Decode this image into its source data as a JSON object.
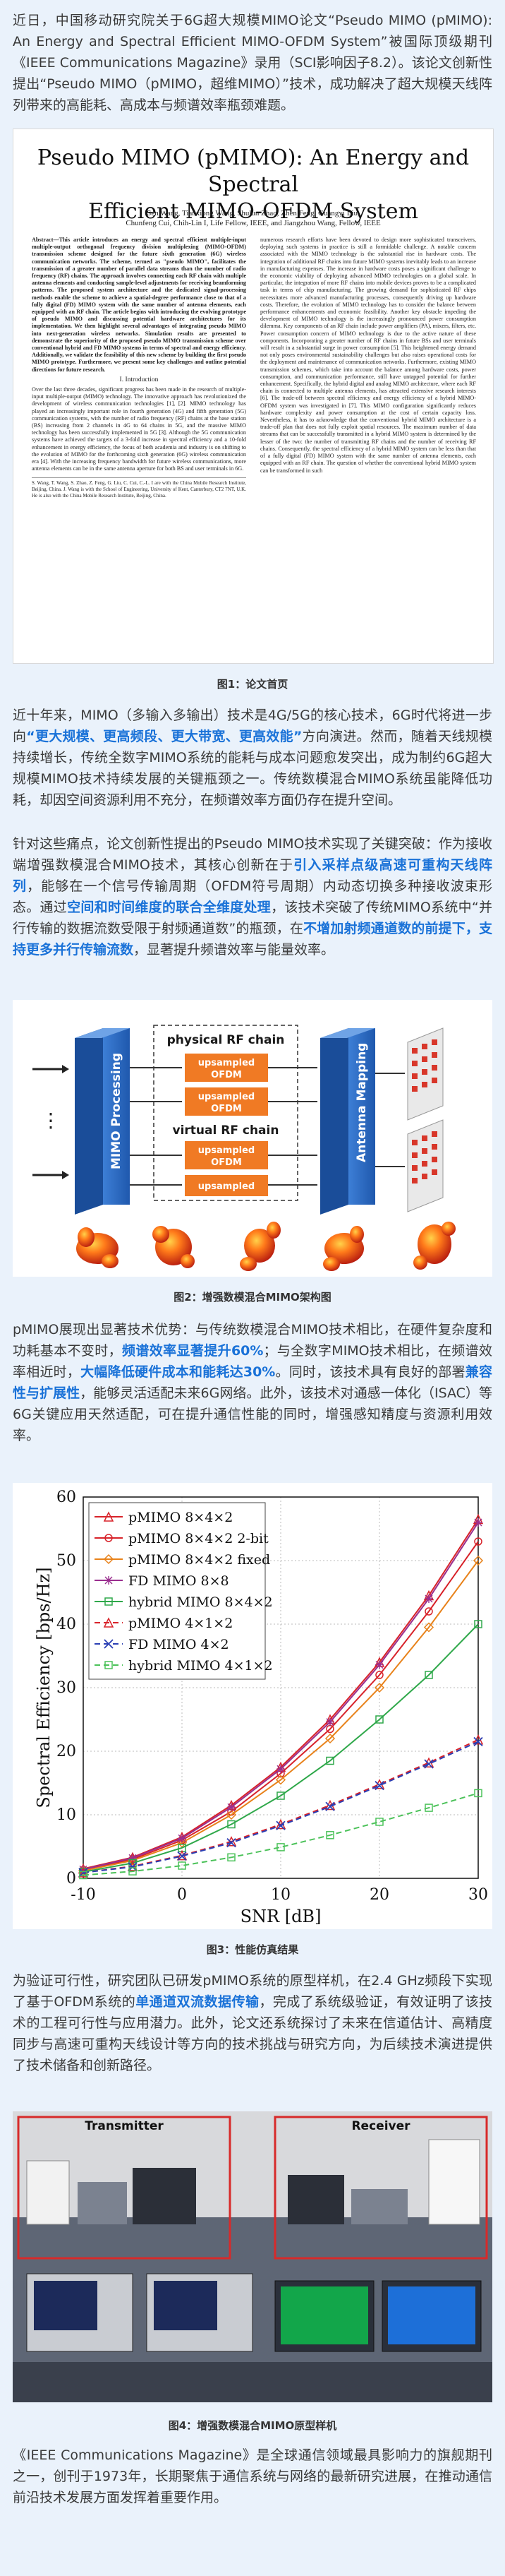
{
  "intro": {
    "p1_a": "近日，中国移动研究院关于6G超大规模MIMO论文“Pseudo MIMO (pMIMO): An Energy and Spectral Efficient MIMO-OFDM System”被国际顶级期刊《IEEE Communications Magazine》录用（SCI影响因子8.2）。该论文创新性提出“Pseudo MIMO（pMIMO，超维MIMO）”技术，成功解决了超大规模天线阵列带来的高能耗、高成本与频谱效率瓶颈难题。"
  },
  "fig1": {
    "title_line1": "Pseudo MIMO (pMIMO): An Energy and Spectral",
    "title_line2": "Efficient MIMO-OFDM System",
    "authors_line1": "Sen Wang, Tianxiong Wang, Shulun Zhao, Zhen Feng, Guangyi Liu,",
    "authors_line2": "Chunfeng Cui, Chih-Lin I, Life Fellow, IEEE, and Jiangzhou Wang, Fellow, IEEE",
    "abstract": "Abstract—This article introduces an energy and spectral efficient multiple-input multiple-output orthogonal frequency division multiplexing (MIMO-OFDM) transmission scheme designed for the future sixth generation (6G) wireless communication networks. The scheme, termed as \"pseudo MIMO\", facilitates the transmission of a greater number of parallel data streams than the number of radio frequency (RF) chains. The approach involves connecting each RF chain with multiple antenna elements and conducting sample-level adjustments for receiving beamforming patterns. The proposed system architecture and the dedicated signal-processing methods enable the scheme to achieve a spatial-degree performance close to that of a fully digital (FD) MIMO system with the same number of antenna elements, each equipped with an RF chain. The article begins with introducing the evolving prototype of pseudo MIMO and discussing potential hardware architectures for its implementation. We then highlight several advantages of integrating pseudo MIMO into next-generation wireless networks. Simulation results are presented to demonstrate the superiority of the proposed pseudo MIMO transmission scheme over conventional hybrid and FD MIMO systems in terms of spectral and energy efficiency. Additionally, we validate the feasibility of this new scheme by building the first pseudo MIMO prototype. Furthermore, we present some key challenges and outline potential directions for future research.",
    "intro_heading": "I. Introduction",
    "intro_text": "Over the last three decades, significant progress has been made in the research of multiple-input multiple-output (MIMO) technology. The innovative approach has revolutionized the development of wireless communication technologies [1], [2]. MIMO technology has played an increasingly important role in fourth generation (4G) and fifth generation (5G) communication systems, with the number of radio frequency (RF) chains at the base station (BS) increasing from 2 channels in 4G to 64 chains in 5G, and the massive MIMO technology has been successfully implemented in 5G [3]. Although the 5G communication systems have achieved the targets of a 3-fold increase in spectral efficiency and a 10-fold enhancement in energy efficiency, the focus of both academia and industry is on shifting to the evolution of MIMO for the forthcoming sixth generation (6G) wireless communication era [4]. With the increasing frequency bandwidth for future wireless communications, more antenna elements can be in the same antenna aperture for both BS and user terminals in 6G.",
    "footnote": "S. Wang, T. Wang, S. Zhao, Z. Feng, G. Liu, C. Cui, C.-L. I are with the China Mobile Research Institute, Beijing, China. J. Wang is with the School of Engineering, University of Kent, Canterbury, CT2 7NT, U.K. He is also with the China Mobile Research Institute, Beijing, China.",
    "right_text": "numerous research efforts have been devoted to design more sophisticated transceivers, deploying such systems in practice is still a formidable challenge. A notable concern associated with the MIMO technology is the substantial rise in hardware costs. The integration of additional RF chains into future MIMO systems inevitably leads to an increase in manufacturing expenses. The increase in hardware costs poses a significant challenge to the economic viability of deploying advanced MIMO technologies on a global scale. In particular, the integration of more RF chains into mobile devices proves to be a complicated task in terms of chip manufacturing. The growing demand for sophisticated RF chips necessitates more advanced manufacturing processes, consequently driving up hardware costs. Therefore, the evolution of MIMO technology has to consider the balance between performance enhancements and economic feasibility. Another key obstacle impeding the development of MIMO technology is the increasingly pronounced power consumption dilemma. Key components of an RF chain include power amplifiers (PA), mixers, filters, etc. Power consumption concern of MIMO technology is due to the active nature of these components. Incorporating a greater number of RF chains in future BSs and user terminals will result in a substantial surge in power consumption [5]. This heightened energy demand not only poses environmental sustainability challenges but also raises operational costs for the deployment and maintenance of communication networks. Furthermore, existing MIMO transmission schemes, which take into account the balance among hardware costs, power consumption, and communication performance, still have untapped potential for further enhancement. Specifically, the hybrid digital and analog MIMO architecture, where each RF chain is connected to multiple antenna elements, has attracted extensive research interests [6]. The trade-off between spectral efficiency and energy efficiency of a hybrid MIMO-OFDM system was investigated in [7]. This MIMO configuration significantly reduces hardware complexity and power consumption at the cost of certain capacity loss. Nevertheless, it has to acknowledge that the conventional hybrid MIMO architecture is a trade-off plan that does not fully exploit spatial resources. The maximum number of data streams that can be successfully transmitted in a hybrid MIMO system is determined by the lesser of the two: the number of transmitting RF chains and the number of receiving RF chains. Consequently, the spectral efficiency of a hybrid MIMO system can be less than that of a fully digital (FD) MIMO system with the same number of antenna elements, each equipped with an RF chain. The question of whether the conventional hybrid MIMO system can be transformed in such"
  },
  "captions": {
    "fig1": "图1：论文首页",
    "fig2": "图2：增强数模混合MIMO架构图",
    "fig3": "图3：性能仿真结果",
    "fig4": "图4：增强数模混合MIMO原型样机"
  },
  "para2": {
    "a": "近十年来，MIMO（多输入多输出）技术是4G/5G的核心技术，6G时代将进一步向",
    "b1": "“更大规模、更高频段、更大带宽、更高效能”",
    "c": "方向演进。然而，随着天线规模持续增长，传统全数字MIMO系统的能耗与成本问题愈发突出，成为制约6G超大规模MIMO技术持续发展的关键瓶颈之一。传统数模混合MIMO系统虽能降低功耗，却因空间资源利用不充分，在频谱效率方面仍存在提升空间。"
  },
  "para3": {
    "a": "针对这些痛点，论文创新性提出的Pseudo MIMO技术实现了关键突破：作为接收端增强数模混合MIMO技术，其核心创新在于",
    "b1": "引入采样点级高速可重构天线阵列",
    "c": "，能够在一个信号传输周期（OFDM符号周期）内动态切换多种接收波束形态。通过",
    "b2": "空间和时间维度的联合全维度处理",
    "d": "，该技术突破了传统MIMO系统中“并行传输的数据流数受限于射频通道数”的瓶颈，在",
    "b3": "不增加射频通道数的前提下，支持更多并行传输流数",
    "e": "，显著提升频谱效率与能量效率。"
  },
  "fig2": {
    "physical_label": "physical RF chain",
    "virtual_label": "virtual RF chain",
    "block_label": "upsampled OFDM",
    "mimo_proc_label": "MIMO Processing",
    "antenna_label": "Antenna Mapping",
    "dots": "⋮",
    "colors": {
      "blue": "#2f6fc6",
      "orange": "#f07a24",
      "red": "#d8372a"
    }
  },
  "para4": {
    "a": "pMIMO展现出显著技术优势：与传统数模混合MIMO技术相比，在硬件复杂度和功耗基本不变时，",
    "b1": "频谱效率显著提升60%",
    "c": "；与全数字MIMO技术相比，在频谱效率相近时，",
    "b2": "大幅降低硬件成本和能耗达30%",
    "d": "。同时，该技术具有良好的部署",
    "b3": "兼容性与扩展性",
    "e": "，能够灵活适配未来6G网络。此外，该技术对通感一体化（ISAC）等6G关键应用天然适配，可在提升通信性能的同时，增强感知精度与资源利用效率。"
  },
  "chart_data": {
    "type": "line",
    "xlabel": "SNR [dB]",
    "ylabel": "Spectral Efficiency [bps/Hz]",
    "xlim": [
      -10,
      30
    ],
    "ylim": [
      0,
      60
    ],
    "xticks": [
      -10,
      0,
      10,
      20,
      30
    ],
    "yticks": [
      0,
      10,
      20,
      30,
      40,
      50,
      60
    ],
    "x": [
      -10,
      -5,
      0,
      5,
      10,
      15,
      20,
      25,
      30
    ],
    "grid": true,
    "legend_position": "top-left",
    "series": [
      {
        "name": "pMIMO 8×4×2",
        "color": "#d8232a",
        "marker": "triangle",
        "dash": "solid",
        "values": [
          1.5,
          3.3,
          6.5,
          11.5,
          17.5,
          25.0,
          34.0,
          44.5,
          56.5
        ]
      },
      {
        "name": "pMIMO 8×4×2 2-bit",
        "color": "#d8232a",
        "marker": "circle",
        "dash": "solid",
        "values": [
          1.3,
          3.0,
          6.0,
          10.5,
          16.5,
          23.5,
          32.0,
          42.0,
          53.0
        ]
      },
      {
        "name": "pMIMO 8×4×2 fixed",
        "color": "#e8821a",
        "marker": "diamond",
        "dash": "solid",
        "values": [
          1.2,
          2.8,
          5.6,
          10.0,
          15.5,
          22.0,
          30.0,
          39.5,
          50.0
        ]
      },
      {
        "name": "FD MIMO 8×8",
        "color": "#9a2f8f",
        "marker": "star",
        "dash": "solid",
        "values": [
          1.4,
          3.2,
          6.3,
          11.2,
          17.2,
          24.6,
          33.6,
          44.0,
          56.0
        ]
      },
      {
        "name": "hybrid MIMO 8×4×2",
        "color": "#2fa84a",
        "marker": "square",
        "dash": "solid",
        "values": [
          1.0,
          2.4,
          4.8,
          8.5,
          13.0,
          18.5,
          25.0,
          32.0,
          40.0
        ]
      },
      {
        "name": "pMIMO 4×1×2",
        "color": "#d8232a",
        "marker": "triangle",
        "dash": "dashed",
        "values": [
          0.9,
          1.9,
          3.6,
          5.8,
          8.5,
          11.5,
          14.8,
          18.2,
          21.8
        ]
      },
      {
        "name": "FD MIMO 4×2",
        "color": "#2b3fb4",
        "marker": "x",
        "dash": "dashed",
        "values": [
          0.9,
          1.8,
          3.5,
          5.6,
          8.3,
          11.3,
          14.6,
          18.0,
          21.5
        ]
      },
      {
        "name": "hybrid MIMO 4×1×2",
        "color": "#4cc25a",
        "marker": "square",
        "dash": "dashed",
        "values": [
          0.5,
          1.1,
          2.0,
          3.3,
          4.9,
          6.8,
          8.9,
          11.1,
          13.4
        ]
      }
    ]
  },
  "para5": {
    "a": "为验证可行性，研究团队已研发pMIMO系统的原型样机，在2.4 GHz频段下实现了基于OFDM系统的",
    "b1": "单通道双流数据传输",
    "c": "，完成了系统级验证，有效证明了该技术的工程可行性与应用潜力。此外，论文还系统探讨了未来在信道估计、高精度同步与高速可重构天线设计等方向的技术挑战与研究方向，为后续技术演进提供了技术储备和创新路径。"
  },
  "fig4": {
    "transmitter_label": "Transmitter",
    "receiver_label": "Receiver"
  },
  "para6": {
    "a": "《IEEE Communications Magazine》是全球通信领域最具影响力的旗舰期刊之一，创刊于1973年，长期聚焦于通信系统与网络的最新研究进展，在推动通信前沿技术发展方面发挥着重要作用。"
  }
}
